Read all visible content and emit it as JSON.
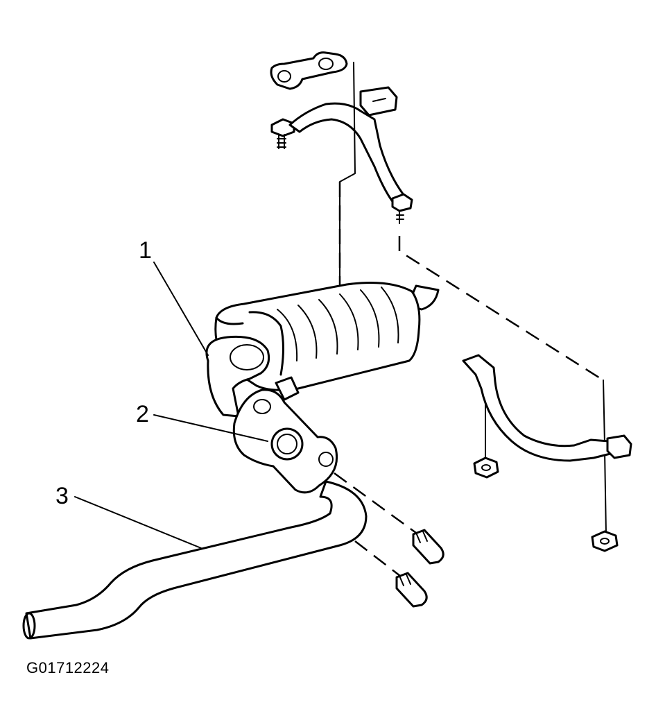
{
  "callouts": [
    {
      "label": "1"
    },
    {
      "label": "2"
    },
    {
      "label": "3"
    }
  ],
  "figure_id": "G01712224"
}
